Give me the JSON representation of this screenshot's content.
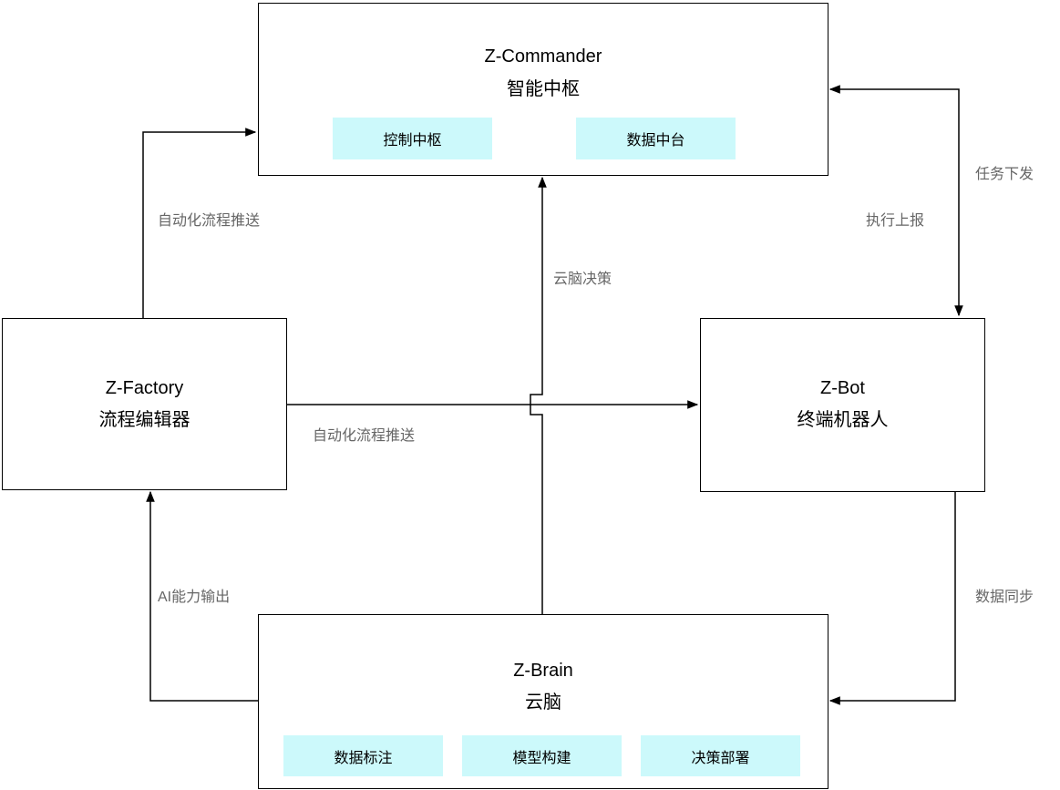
{
  "nodes": {
    "commander": {
      "name": "Z-Commander",
      "subtitle": "智能中枢",
      "modules": [
        "控制中枢",
        "数据中台"
      ]
    },
    "factory": {
      "name": "Z-Factory",
      "subtitle": "流程编辑器"
    },
    "bot": {
      "name": "Z-Bot",
      "subtitle": "终端机器人"
    },
    "brain": {
      "name": "Z-Brain",
      "subtitle": "云脑",
      "modules": [
        "数据标注",
        "模型构建",
        "决策部署"
      ]
    }
  },
  "edges": {
    "factory_to_commander": "自动化流程推送",
    "factory_to_bot": "自动化流程推送",
    "brain_to_commander": "云脑决策",
    "commander_to_bot": "任务下发",
    "bot_to_commander": "执行上报",
    "bot_to_brain": "数据同步",
    "brain_to_factory": "AI能力输出"
  },
  "colors": {
    "module_fill": "#ccf9fb",
    "label_text": "#666666"
  }
}
